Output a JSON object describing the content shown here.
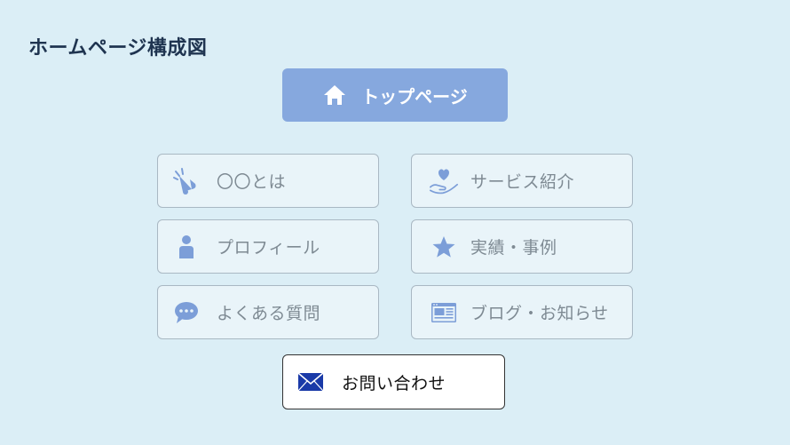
{
  "title": "ホームページ構成図",
  "top_page": {
    "label": "トップページ",
    "icon": "home-icon"
  },
  "cards": [
    {
      "label": "〇〇とは",
      "icon": "megaphone-icon"
    },
    {
      "label": "サービス紹介",
      "icon": "heart-hand-icon"
    },
    {
      "label": "プロフィール",
      "icon": "person-icon"
    },
    {
      "label": "実績・事例",
      "icon": "star-icon"
    },
    {
      "label": "よくある質問",
      "icon": "chat-bubble-icon"
    },
    {
      "label": "ブログ・お知らせ",
      "icon": "browser-window-icon"
    }
  ],
  "contact": {
    "label": "お問い合わせ",
    "icon": "envelope-icon"
  },
  "colors": {
    "background": "#dbeef6",
    "accent": "#86a8de",
    "icon": "#7c9ed8",
    "contact_icon": "#1a3aa8"
  }
}
